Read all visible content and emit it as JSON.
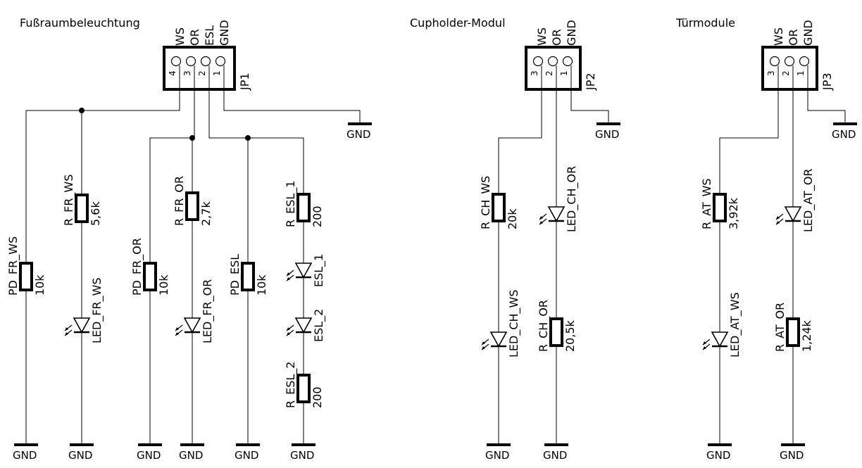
{
  "sections": [
    {
      "id": "fussraum",
      "title": "Fußraumbeleuchtung"
    },
    {
      "id": "cupholder",
      "title": "Cupholder-Modul"
    },
    {
      "id": "tuer",
      "title": "Türmodule"
    }
  ],
  "connectors": {
    "jp1": {
      "name": "JP1",
      "pins": [
        {
          "num": "4",
          "label": "WS"
        },
        {
          "num": "3",
          "label": "OR"
        },
        {
          "num": "2",
          "label": "ESL"
        },
        {
          "num": "1",
          "label": "GND"
        }
      ]
    },
    "jp2": {
      "name": "JP2",
      "pins": [
        {
          "num": "3",
          "label": "WS"
        },
        {
          "num": "2",
          "label": "OR"
        },
        {
          "num": "1",
          "label": "GND"
        }
      ]
    },
    "jp3": {
      "name": "JP3",
      "pins": [
        {
          "num": "3",
          "label": "WS"
        },
        {
          "num": "2",
          "label": "OR"
        },
        {
          "num": "1",
          "label": "GND"
        }
      ]
    }
  },
  "resistors": {
    "pd_fr_ws": {
      "name": "PD_FR_WS",
      "value": "10k"
    },
    "r_fr_ws": {
      "name": "R_FR_WS",
      "value": "5,6k"
    },
    "pd_fr_or": {
      "name": "PD_FR_OR",
      "value": "10k"
    },
    "r_fr_or": {
      "name": "R_FR_OR",
      "value": "2,7k"
    },
    "pd_esl": {
      "name": "PD_ESL",
      "value": "10k"
    },
    "r_esl_1": {
      "name": "R_ESL_1",
      "value": "200"
    },
    "r_esl_2": {
      "name": "R_ESL_2",
      "value": "200"
    },
    "r_ch_ws": {
      "name": "R_CH_WS",
      "value": "20k"
    },
    "r_ch_or": {
      "name": "R_CH_OR",
      "value": "20,5k"
    },
    "r_at_ws": {
      "name": "R_AT_WS",
      "value": "3,92k"
    },
    "r_at_or": {
      "name": "R_AT_OR",
      "value": "1,24k"
    }
  },
  "leds": {
    "led_fr_ws": "LED_FR_WS",
    "led_fr_or": "LED_FR_OR",
    "esl_1": "ESL_1",
    "esl_2": "ESL_2",
    "led_ch_or": "LED_CH_OR",
    "led_ch_ws": "LED_CH_WS",
    "led_at_or": "LED_AT_OR",
    "led_at_ws": "LED_AT_WS"
  },
  "ground_label": "GND"
}
